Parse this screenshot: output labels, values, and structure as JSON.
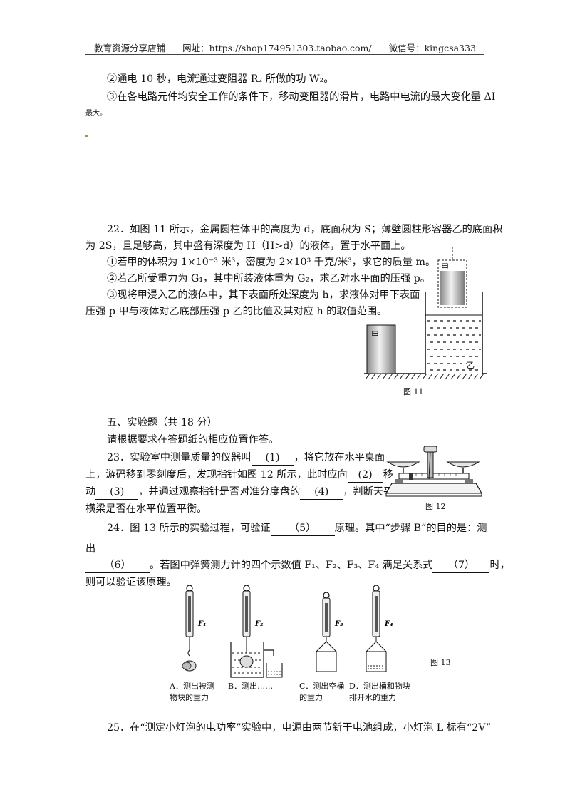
{
  "header": {
    "shop": "教育资源分享店铺",
    "url": "网址：https://shop174951303.taobao.com/",
    "wechat": "微信号：kingcsa333"
  },
  "q21": {
    "item2": "②通电 10 秒，电流通过变阻器 R₂ 所做的功 W₂。",
    "item3": "③在各电路元件均安全工作的条件下，移动变阻器的滑片，电路中电流的最大变化量 ΔI",
    "item3_cont": "最大。"
  },
  "q22": {
    "line1": "22．如图 11 所示，金属圆柱体甲的高度为 d，底面积为 S；薄壁圆柱形容器乙的底面积",
    "line2": "为 2S，且足够高，其中盛有深度为 H（H>d）的液体，置于水平面上。",
    "line3": "①若甲的体积为 1×10⁻³ 米³，密度为 2×10³ 千克/米³，求它的质量 m。",
    "line4": "②若乙所受重力为 G₁，其中所装液体重为 G₂，求乙对水平面的压强 p。",
    "line5": "③现将甲浸入乙的液体中，其下表面所处深度为 h，求液体对甲下表面",
    "line6": "压强 p 甲与液体对乙底部压强 p 乙的比值及其对应 h 的取值范围。",
    "fig": {
      "label_jia": "甲",
      "label_yi": "乙",
      "caption": "图 11"
    }
  },
  "section5": {
    "title": "五、实验题（共 18 分）",
    "instruction": "请根据要求在答题纸的相应位置作答。"
  },
  "q23": {
    "l1a": "23．实验室中测量质量的仪器叫",
    "b1": "(1)",
    "l1b": "，将它放在水平桌面",
    "l2a": "上，游码移到零刻度后，发现指针如图 12 所示，此时应向",
    "b2": "(2)",
    "l2b": "移",
    "l3a": "动",
    "b3": "(3)",
    "l3b": "，并通过观察指针是否对准分度盘的",
    "b4": "(4)",
    "l3c": "，判断天平",
    "l4": "横梁是否在水平位置平衡。",
    "fig_caption": "图 12"
  },
  "q24": {
    "l1a": "24．图 13 所示的实验过程，可验证",
    "b5": "（5）",
    "l1b": "原理。其中“步骤 B”的目的是：测",
    "l2a": "出",
    "b6": "（6）",
    "l2b": "。若图中弹簧测力计的四个示数值 F₁、F₂、F₃、F₄ 满足关系式",
    "b7": "（7）",
    "l2c": "时，",
    "l3": "则可以验证该原理。",
    "fig": {
      "f1": "F₁",
      "f2": "F₂",
      "f3": "F₃",
      "f4": "F₄",
      "capA1": "A．测出被测",
      "capA2": "物块的重力",
      "capB": "B．测出……",
      "capC1": "C．测出空桶",
      "capC2": "的重力",
      "capD1": "D．测出桶和物块",
      "capD2": "排开水的重力",
      "caption": "图 13"
    }
  },
  "q25": {
    "line1": "25．在“测定小灯泡的电功率”实验中，电源由两节新干电池组成，小灯泡 L 标有“2V”"
  }
}
